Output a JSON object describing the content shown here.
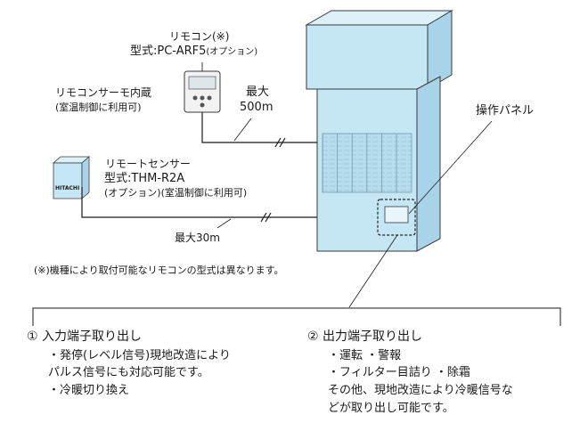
{
  "remote": {
    "title": "リモコン(※)",
    "model_prefix": "型式:PC-ARF5",
    "model_suffix": "(オプション)",
    "thermo_line1": "リモコンサーモ内蔵",
    "thermo_line2": "(室温制御に利用可)",
    "max_label": "最大",
    "max_value": "500m"
  },
  "sensor": {
    "title": "リモートセンサー",
    "model": "型式:THM-R2A",
    "note": "(オプション)(室温制御に利用可)",
    "max_value": "最大30m",
    "brand": "HITACHI"
  },
  "panel_label": "操作パネル",
  "footnote": "(※)機種により取付可能なリモコンの型式は異なります。",
  "section1": {
    "number": "①",
    "title": "入力端子取り出し",
    "lines": [
      "・発停(レベル信号)現地改造により",
      "パルス信号にも対応可能です。",
      "・冷暖切り換え"
    ]
  },
  "section2": {
    "number": "②",
    "title": "出力端子取り出し",
    "lines": [
      "・運転  ・警報",
      "・フィルター目詰り  ・除霜",
      "その他、現地改造により冷暖信号な",
      "どが取り出し可能です。"
    ]
  },
  "colors": {
    "unit_face": "#c5e6f4",
    "unit_top": "#def1f9",
    "unit_side": "#a9d3e8",
    "outline": "#3a3a3a"
  }
}
